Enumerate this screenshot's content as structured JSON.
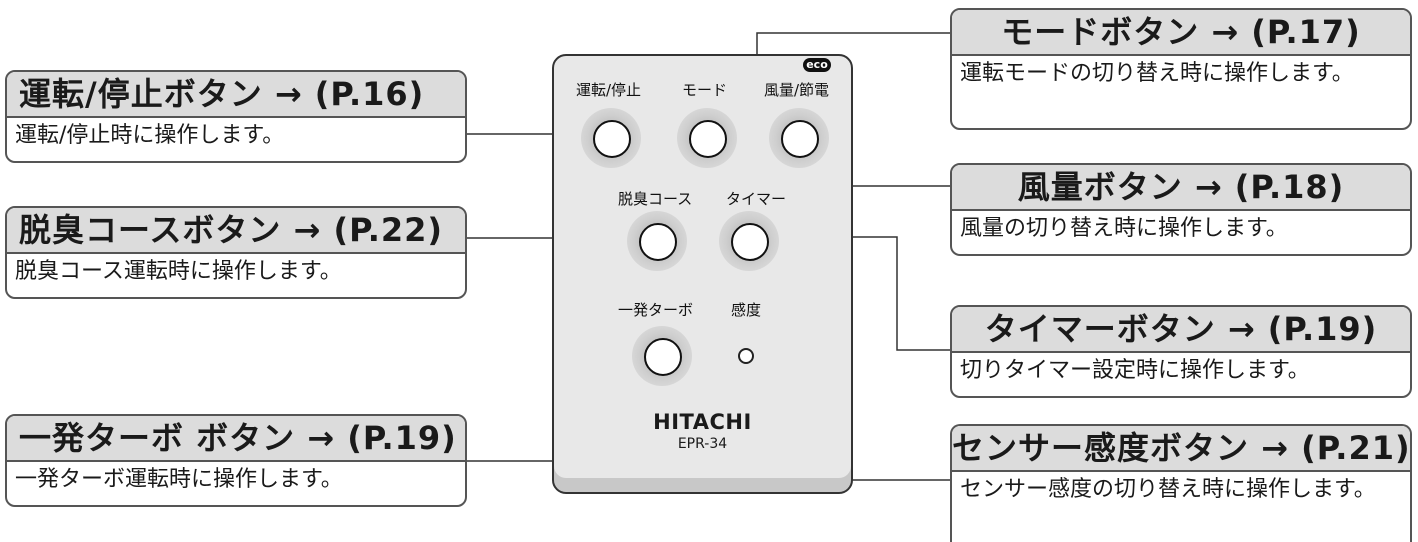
{
  "callouts": {
    "run_stop": {
      "title": "運転/停止ボタン → (P.16)",
      "desc": "運転/停止時に操作します。"
    },
    "deodorize": {
      "title": "脱臭コースボタン → (P.22)",
      "desc": "脱臭コース運転時に操作します。"
    },
    "turbo": {
      "title": "一発ターボ ボタン → (P.19)",
      "desc": "一発ターボ運転時に操作します。"
    },
    "mode": {
      "title": "モードボタン → (P.17)",
      "desc": "運転モードの切り替え時に操作します。"
    },
    "fan": {
      "title": "風量ボタン → (P.18)",
      "desc": "風量の切り替え時に操作します。"
    },
    "timer": {
      "title": "タイマーボタン → (P.19)",
      "desc": "切りタイマー設定時に操作します。"
    },
    "sensor": {
      "title": "センサー感度ボタン → (P.21)",
      "desc": "センサー感度の切り替え時に操作します。"
    }
  },
  "remote": {
    "labels": {
      "run_stop": "運転/停止",
      "mode": "モード",
      "fan": "風量/節電",
      "deodorize": "脱臭コース",
      "timer": "タイマー",
      "turbo": "一発ターボ",
      "sensitivity": "感度"
    },
    "eco_badge": "eco",
    "brand": "HITACHI",
    "model": "EPR-34"
  }
}
